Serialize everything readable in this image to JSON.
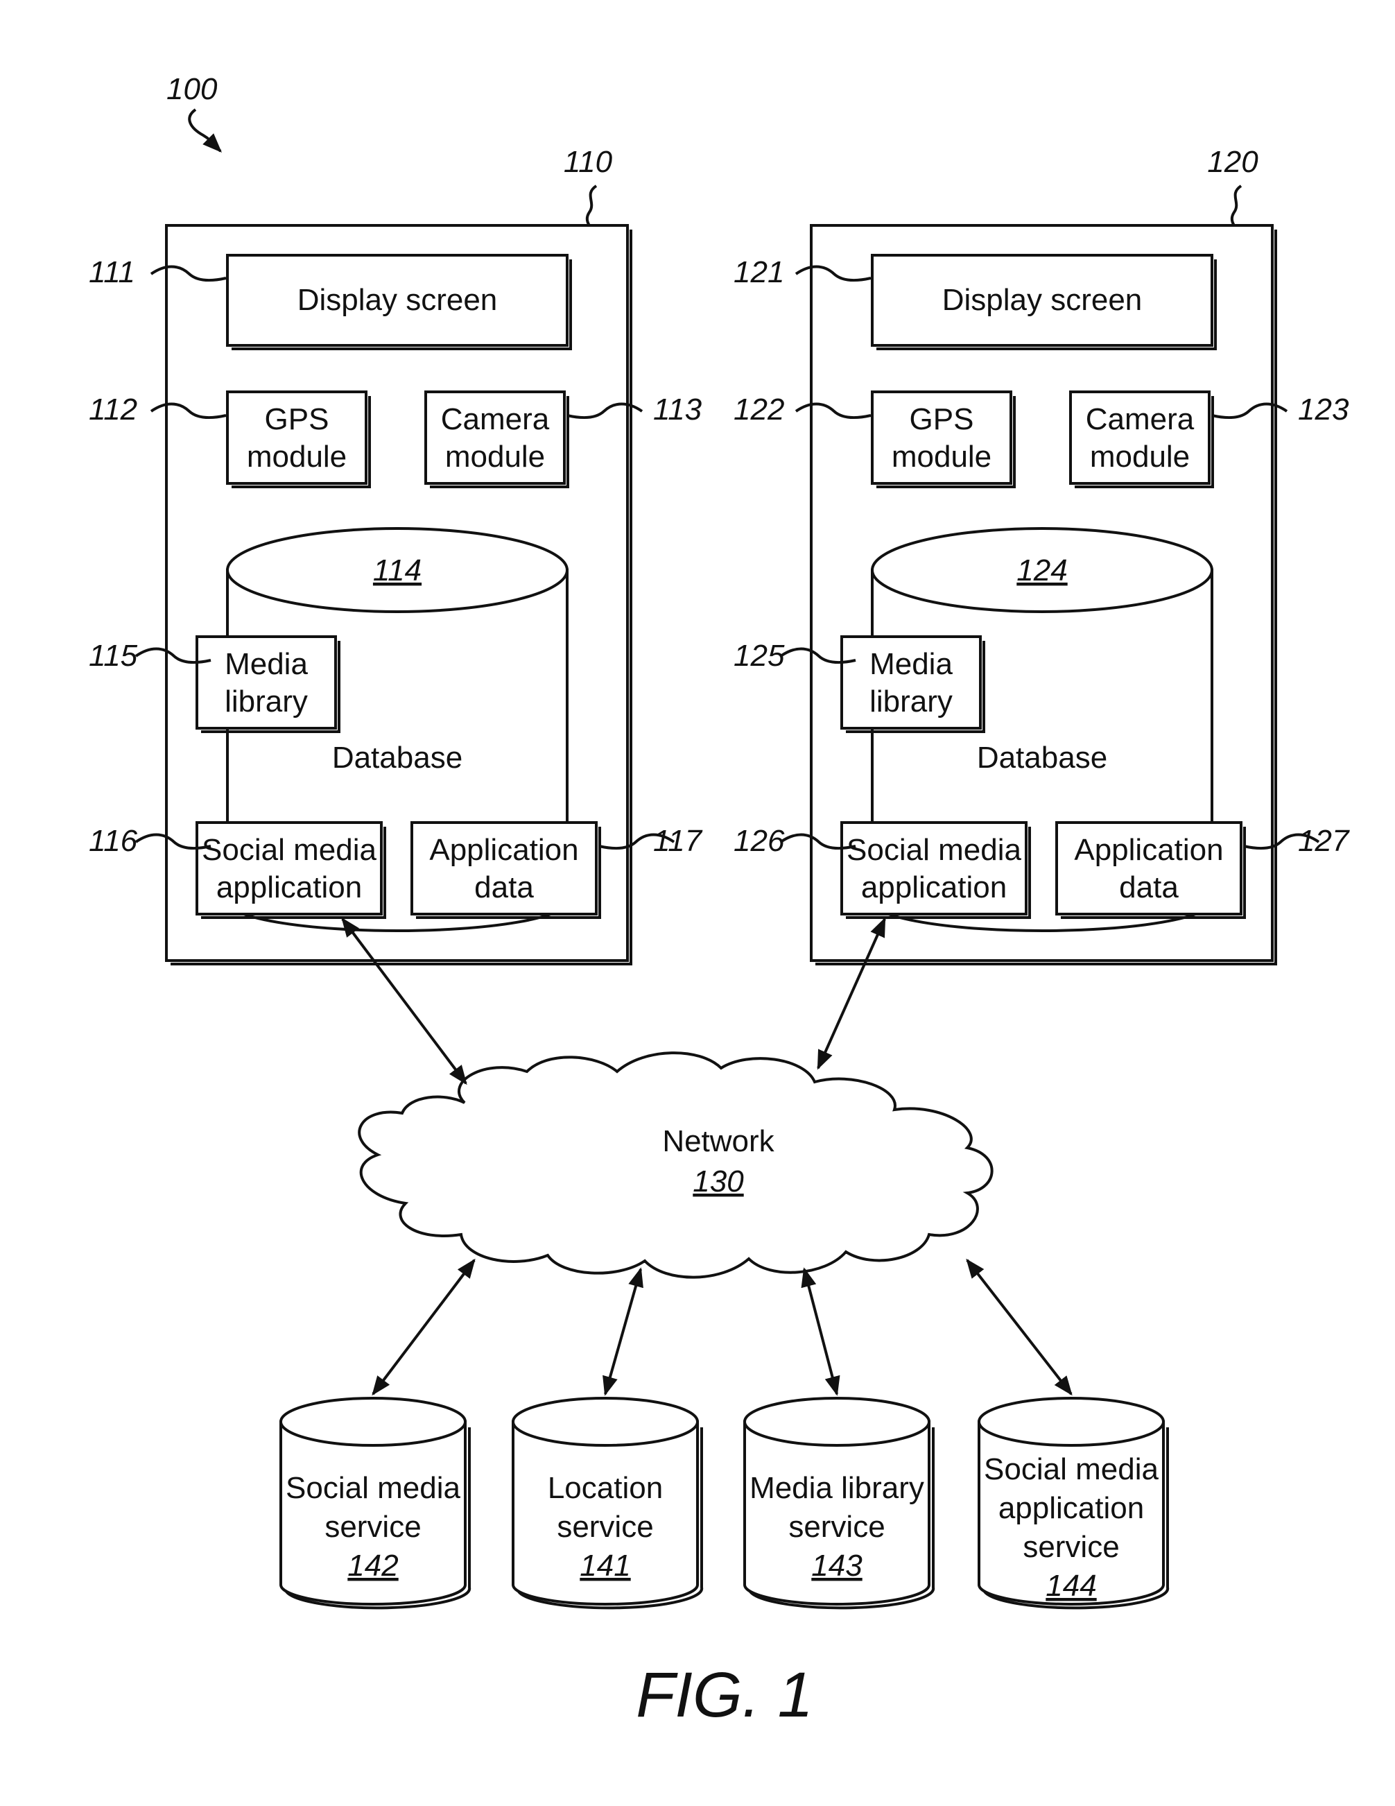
{
  "figure_ref": "100",
  "devices": [
    {
      "ref": "110",
      "display": {
        "ref": "111",
        "label": "Display screen"
      },
      "gps": {
        "ref": "112",
        "lines": [
          "GPS",
          "module"
        ]
      },
      "camera": {
        "ref": "113",
        "lines": [
          "Camera",
          "module"
        ]
      },
      "database": {
        "ref": "114",
        "label": "Database"
      },
      "media_library": {
        "ref": "115",
        "lines": [
          "Media",
          "library"
        ]
      },
      "social_app": {
        "ref": "116",
        "lines": [
          "Social media",
          "application"
        ]
      },
      "app_data": {
        "ref": "117",
        "lines": [
          "Application",
          "data"
        ]
      }
    },
    {
      "ref": "120",
      "display": {
        "ref": "121",
        "label": "Display screen"
      },
      "gps": {
        "ref": "122",
        "lines": [
          "GPS",
          "module"
        ]
      },
      "camera": {
        "ref": "123",
        "lines": [
          "Camera",
          "module"
        ]
      },
      "database": {
        "ref": "124",
        "label": "Database"
      },
      "media_library": {
        "ref": "125",
        "lines": [
          "Media",
          "library"
        ]
      },
      "social_app": {
        "ref": "126",
        "lines": [
          "Social media",
          "application"
        ]
      },
      "app_data": {
        "ref": "127",
        "lines": [
          "Application",
          "data"
        ]
      }
    }
  ],
  "network": {
    "label": "Network",
    "ref": "130"
  },
  "services": [
    {
      "lines": [
        "Social media",
        "service"
      ],
      "ref": "142"
    },
    {
      "lines": [
        "Location",
        "service"
      ],
      "ref": "141"
    },
    {
      "lines": [
        "Media library",
        "service"
      ],
      "ref": "143"
    },
    {
      "lines": [
        "Social media",
        "application",
        "service"
      ],
      "ref": "144"
    }
  ],
  "caption": "FIG. 1"
}
